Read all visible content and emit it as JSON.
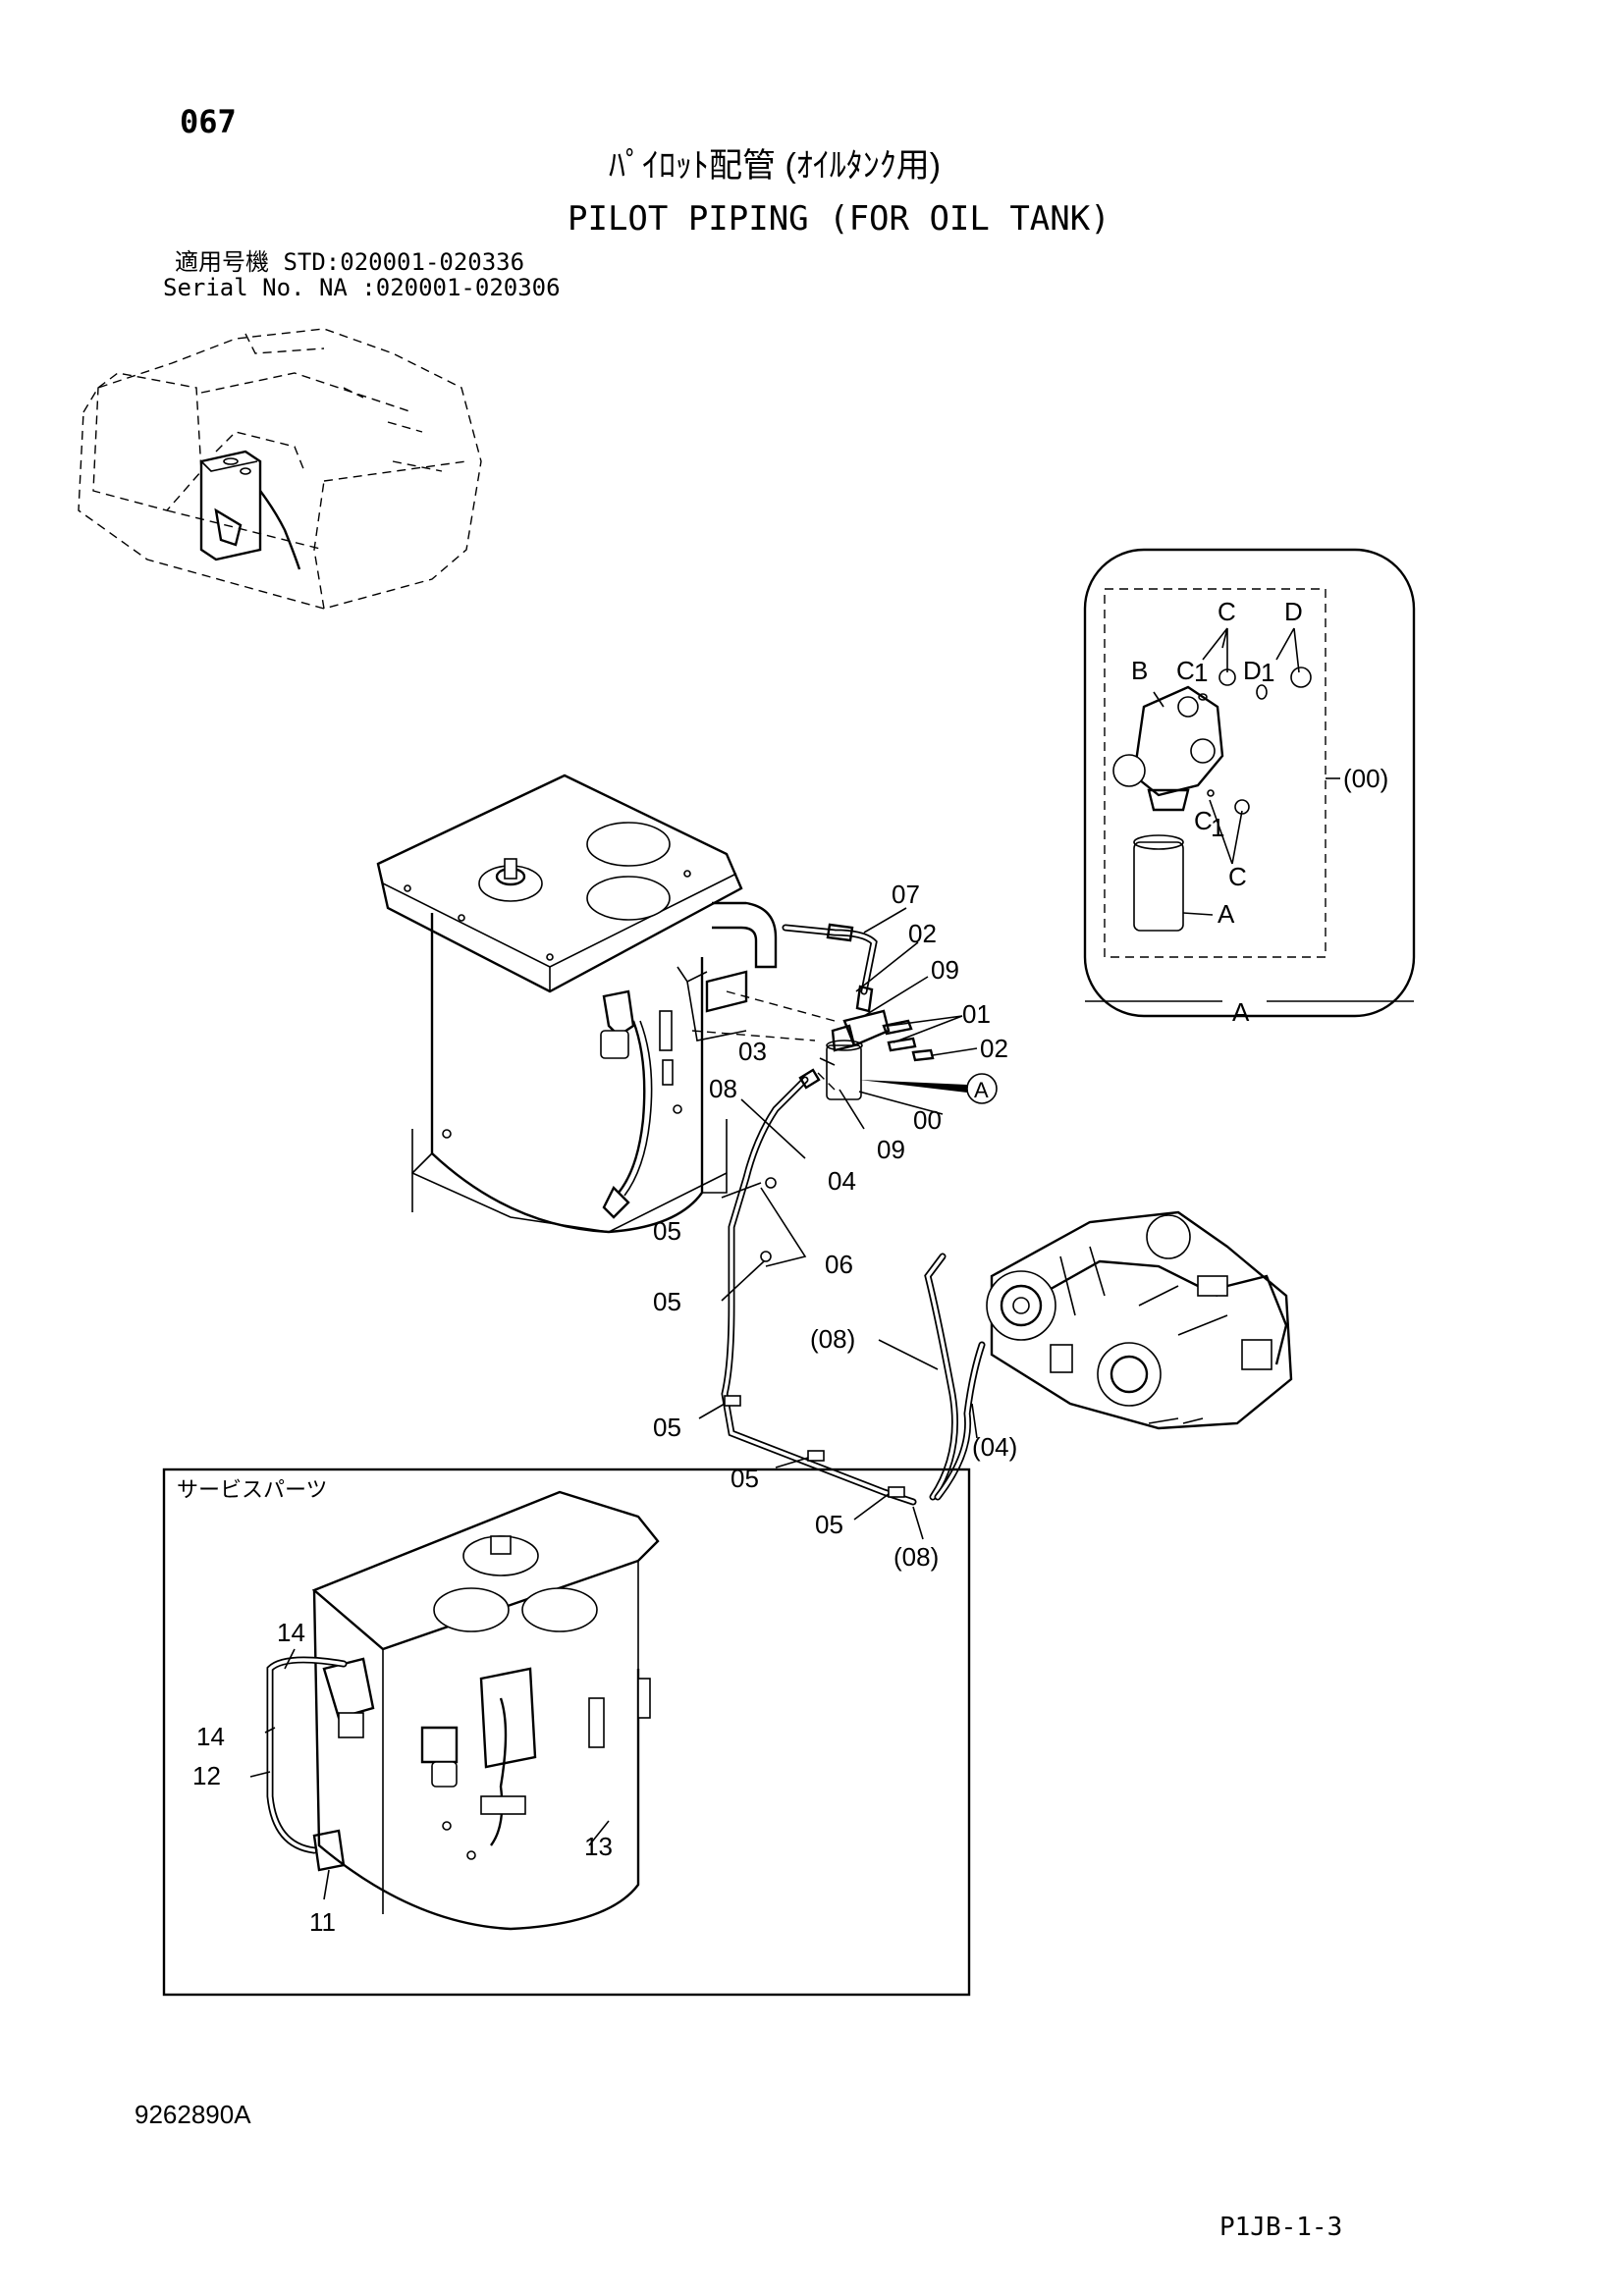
{
  "header": {
    "page_number": "067",
    "title_ja": "ﾊﾟｲﾛｯﾄ配管 (ｵｲﾙﾀﾝｸ用)",
    "title_en": "PILOT PIPING (FOR OIL TANK)",
    "serial_line_ja": "適用号機 STD:020001-020336",
    "serial_line_en": "Serial No. NA :020001-020306"
  },
  "detail_a": {
    "labels": [
      "C",
      "D",
      "B",
      "C",
      "1",
      "D",
      "1",
      "C",
      "1",
      "C",
      "(00)",
      "A",
      "A"
    ]
  },
  "callouts": {
    "main": [
      "07",
      "02",
      "09",
      "01",
      "02",
      "03",
      "08",
      "00",
      "09",
      "04",
      "05",
      "06",
      "05",
      "05",
      "05",
      "05",
      "(08)",
      "(04)",
      "(08)"
    ],
    "circle_a": "A"
  },
  "service_parts": {
    "title": "サービスパーツ",
    "callouts": [
      "14",
      "14",
      "12",
      "13",
      "11"
    ]
  },
  "footer": {
    "drawing_number": "9262890A",
    "page_code": "P1JB-1-3"
  }
}
